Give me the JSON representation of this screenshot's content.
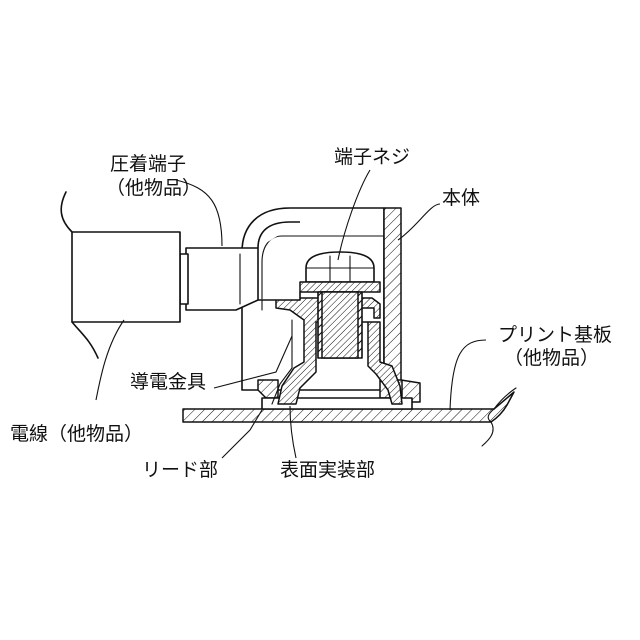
{
  "diagram": {
    "labels": {
      "crimp_terminal_1": "圧着端子",
      "crimp_terminal_2": "（他物品）",
      "terminal_screw": "端子ネジ",
      "body": "本体",
      "pcb_1": "プリント基板",
      "pcb_2": "（他物品）",
      "conductive_fitting": "導電金具",
      "wire": "電線（他物品）",
      "lead": "リード部",
      "surface_mount": "表面実装部"
    }
  }
}
